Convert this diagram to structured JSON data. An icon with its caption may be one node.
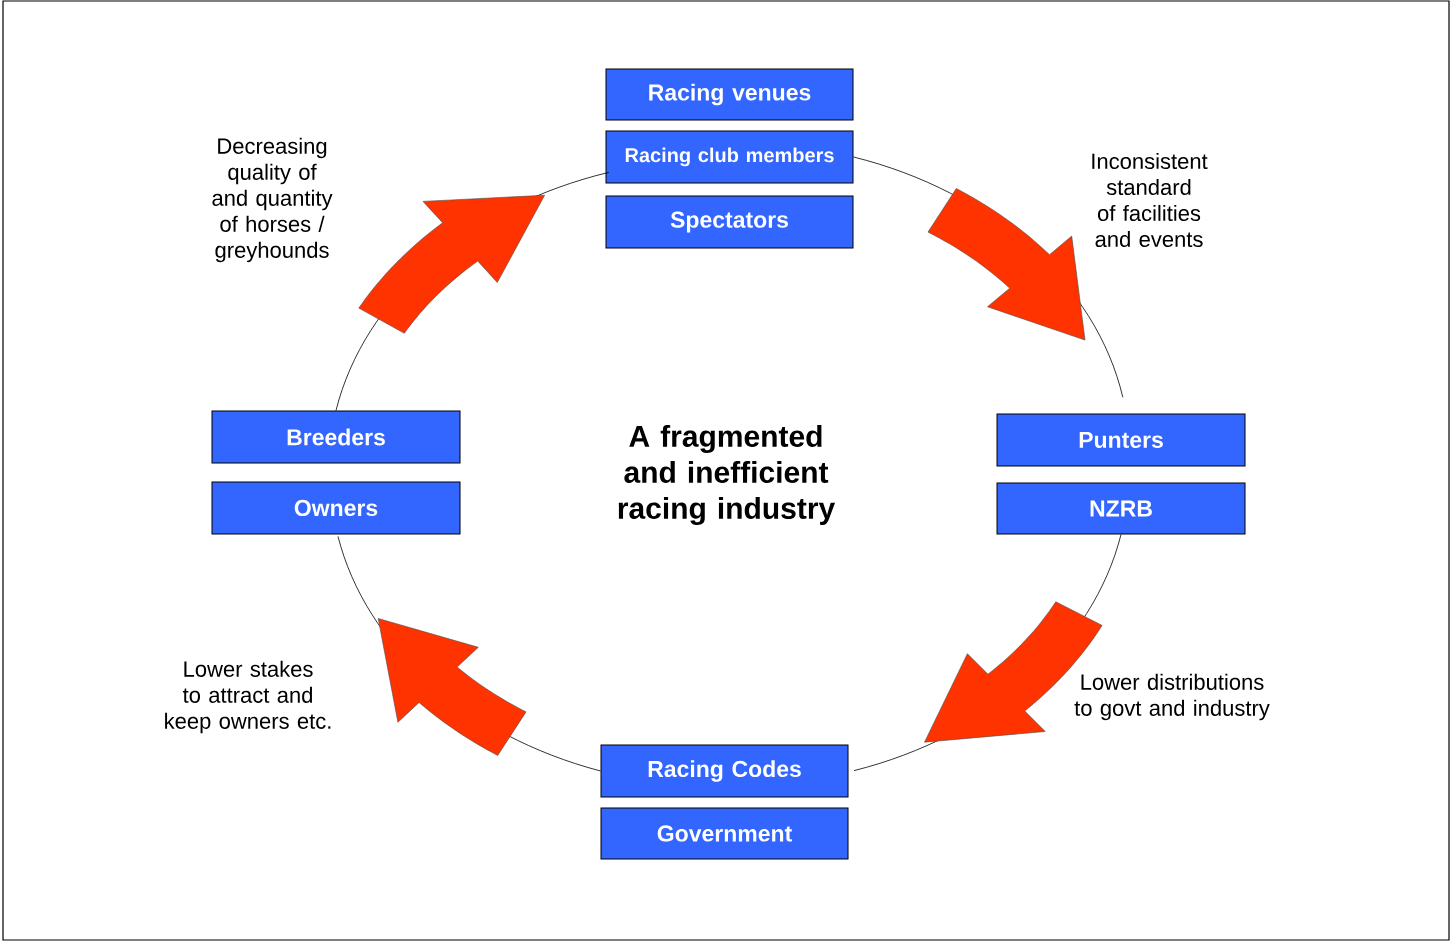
{
  "diagram": {
    "nodes": [
      {
        "text": [
          "Racing venues"
        ]
      },
      {
        "text": [
          "Racing club members"
        ]
      },
      {
        "text": [
          "Spectators"
        ]
      },
      {
        "text": [
          "Punters"
        ]
      },
      {
        "text": [
          "NZRB"
        ]
      },
      {
        "text": [
          "Racing Codes"
        ]
      },
      {
        "text": [
          "Government"
        ]
      },
      {
        "text": [
          "Breeders"
        ]
      },
      {
        "text": [
          "Owners"
        ]
      }
    ],
    "edges": [
      {
        "from": 1,
        "to": 3,
        "arrow": "none"
      },
      {
        "from": 4,
        "to": 5,
        "arrow": "none"
      },
      {
        "from": 5,
        "to": 8,
        "arrow": "none"
      },
      {
        "from": 7,
        "to": 1,
        "arrow": "none"
      }
    ],
    "labels": [
      "Decreasing quality of and quantity of horses / greyhounds",
      "Inconsistent standard of facilities and events",
      "A fragmented and inefficient racing industry",
      "Lower stakes to attract and keep owners etc.",
      "Lower distributions to govt and industry"
    ]
  }
}
